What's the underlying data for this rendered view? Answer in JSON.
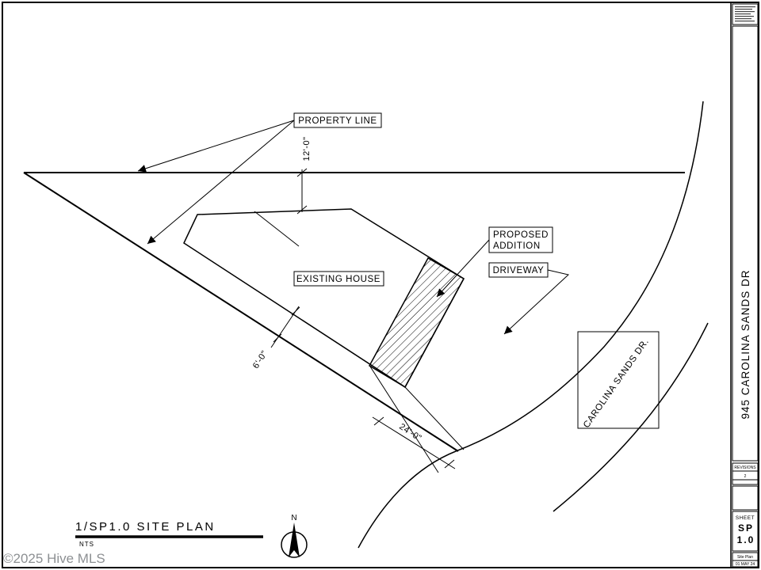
{
  "drawing": {
    "labels": {
      "property_line": "PROPERTY LINE",
      "existing_house": "EXISTING HOUSE",
      "proposed_addition_1": "PROPOSED",
      "proposed_addition_2": "ADDITION",
      "driveway": "DRIVEWAY",
      "road_name": "CAROLINA SANDS DR."
    },
    "dimensions": {
      "setback_top": "12'-0\"",
      "setback_side": "6'-0\"",
      "driveway_width": "24'-0\""
    },
    "north_label": "N"
  },
  "footer": {
    "view_title": "1/SP1.0 SITE PLAN",
    "scale": "NTS"
  },
  "title_block": {
    "address": "945 CAROLINA SANDS DR",
    "revisions_label": "REVISIONS",
    "revision_value": "2",
    "sheet_label": "SHEET",
    "sheet_sp": "SP",
    "sheet_num": "1.0",
    "sheet_title": "Site Plan",
    "date": "01 MAY 24"
  },
  "watermark": "©2025 Hive MLS"
}
